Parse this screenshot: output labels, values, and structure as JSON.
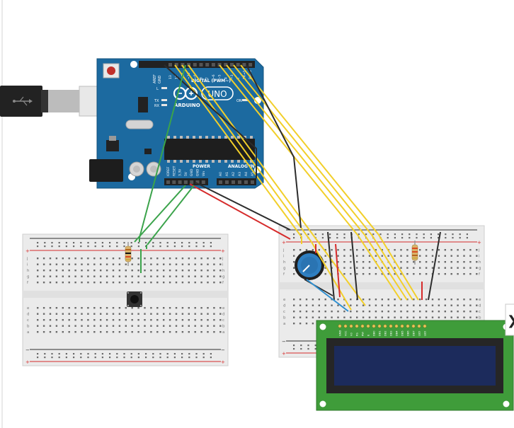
{
  "arduino": {
    "aref": "AREF",
    "gnd": "GND",
    "digital_label": "DIGITAL (PWM~)",
    "uno_label": "UNO",
    "brand": "ARDUINO",
    "led_l": "L",
    "led_tx": "TX",
    "led_rx": "RX",
    "on_label": "ON",
    "power_label": "POWER",
    "analog_label": "ANALOG IN",
    "digital_pins": [
      "13",
      "12",
      "~11",
      "~10",
      "~9",
      "8",
      "7",
      "~6",
      "~5",
      "4",
      "~3",
      "2",
      "TX→1",
      "RX←0"
    ],
    "power_pins": [
      "IOREF",
      "RESET",
      "3.3V",
      "5V",
      "GND",
      "GND",
      "Vin"
    ],
    "analog_pins": [
      "A0",
      "A1",
      "A2",
      "A3",
      "A4",
      "A5"
    ]
  },
  "breadboard": {
    "row_letters_top": [
      "j",
      "i",
      "h",
      "g",
      "f"
    ],
    "row_letters_bottom": [
      "e",
      "d",
      "c",
      "b",
      "a"
    ],
    "plus": "+",
    "minus": "−"
  },
  "lcd": {
    "pin_labels": [
      "GND",
      "VCC",
      "V0",
      "RS",
      "RW",
      "E",
      "DB0",
      "DB1",
      "DB2",
      "DB3",
      "DB4",
      "DB5",
      "DB6",
      "DB7",
      "LED",
      "LED"
    ]
  },
  "edge_tab": {
    "glyph": "❯"
  },
  "colors": {
    "arduino_board": "#1c6aa0",
    "wire_yellow": "#f2cf2a",
    "wire_green": "#3ba34b",
    "wire_red": "#d62b2b",
    "wire_black": "#2c2c2c",
    "wire_blue": "#2f8fd0",
    "lcd_pcb": "#3f9c3a",
    "lcd_screen": "#1c2b5c"
  }
}
